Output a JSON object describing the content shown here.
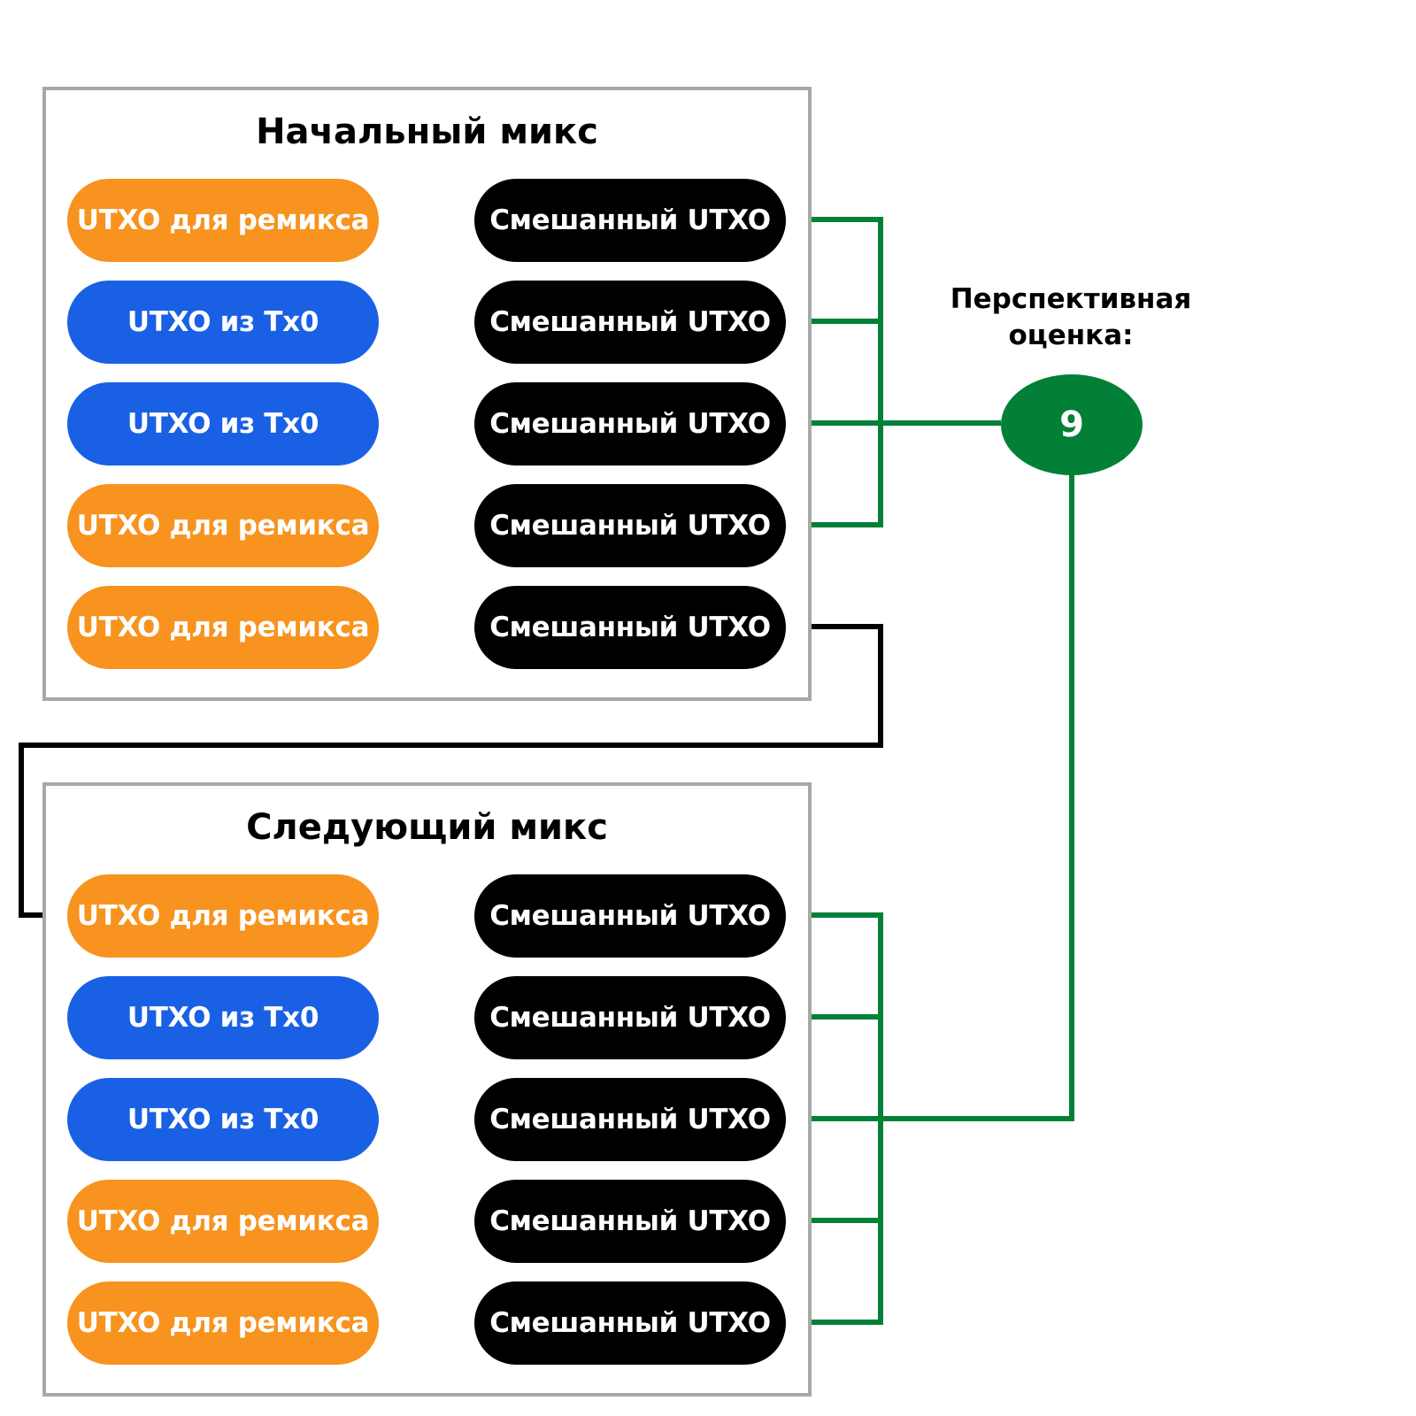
{
  "colors": {
    "remix": "#f7931e",
    "tx0": "#1960e5",
    "mixed": "#000000",
    "score": "#038038",
    "frame": "#a8a8a8",
    "link_green": "#038038",
    "link_black": "#000000"
  },
  "initial_mix": {
    "title": "Начальный микс",
    "inputs": [
      {
        "label": "UTXO для ремикса",
        "type": "remix"
      },
      {
        "label": "UTXO из Tx0",
        "type": "tx0"
      },
      {
        "label": "UTXO из Tx0",
        "type": "tx0"
      },
      {
        "label": "UTXO для ремикса",
        "type": "remix"
      },
      {
        "label": "UTXO для ремикса",
        "type": "remix"
      }
    ],
    "outputs": [
      {
        "label": "Смешанный UTXO"
      },
      {
        "label": "Смешанный UTXO"
      },
      {
        "label": "Смешанный UTXO"
      },
      {
        "label": "Смешанный UTXO"
      },
      {
        "label": "Смешанный UTXO"
      }
    ]
  },
  "next_mix": {
    "title": "Следующий микс",
    "inputs": [
      {
        "label": "UTXO для ремикса",
        "type": "remix"
      },
      {
        "label": "UTXO из Tx0",
        "type": "tx0"
      },
      {
        "label": "UTXO из Tx0",
        "type": "tx0"
      },
      {
        "label": "UTXO для ремикса",
        "type": "remix"
      },
      {
        "label": "UTXO для ремикса",
        "type": "remix"
      }
    ],
    "outputs": [
      {
        "label": "Смешанный UTXO"
      },
      {
        "label": "Смешанный UTXO"
      },
      {
        "label": "Смешанный UTXO"
      },
      {
        "label": "Смешанный UTXO"
      },
      {
        "label": "Смешанный UTXO"
      }
    ]
  },
  "prospective_score": {
    "label": "Перспективная оценка:",
    "value": "9"
  }
}
